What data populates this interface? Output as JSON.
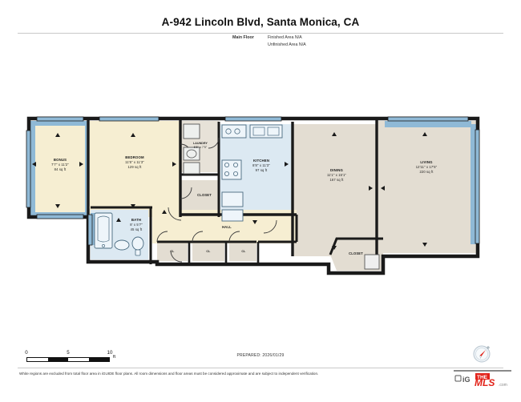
{
  "header": {
    "title": "A-942 Lincoln Blvd, Santa Monica, CA",
    "floor_label": "Main Floor",
    "finished_area": "Finished Area N/A",
    "unfinished_area": "Unfinished Area N/A"
  },
  "rooms": [
    {
      "name": "BONUS",
      "dims": "7'7\" x 11'2\"",
      "area": "84 sq ft"
    },
    {
      "name": "BEDROOM",
      "dims": "11'5\" x 11'3\"",
      "area": "129 sq ft"
    },
    {
      "name": "KITCHEN",
      "dims": "8'8\" x 11'3\"",
      "area": "97 sq ft"
    },
    {
      "name": "DINING",
      "dims": "11'1\" x 15'1\"",
      "area": "167 sq ft"
    },
    {
      "name": "LIVING",
      "dims": "12'11\" x 17'5\"",
      "area": "220 sq ft"
    },
    {
      "name": "BATH",
      "dims": "8' x 5'7\"",
      "area": "45 sq ft"
    },
    {
      "name": "LAUNDRY",
      "dims": "5'5\" x 7'5\"",
      "area": ""
    }
  ],
  "labels": {
    "closet_left": "CLOSET",
    "closet_right": "CLOSET",
    "hall": "HALL",
    "cl1": "CL",
    "cl2": "CL",
    "cl3": "CL"
  },
  "scale": {
    "tick_0": "0",
    "tick_5": "5",
    "tick_10": "10",
    "unit": "ft"
  },
  "footer": {
    "prepared": "PREPARED: 2026/01/29",
    "disclaimer": "White regions are excluded from total floor area in iGUIDE floor plans. All room dimensions and floor areas must be considered approximate and are subject to independent verification.",
    "logo_ig": "iG",
    "logo_the": "THE",
    "logo_mls": "MLS",
    "logo_com": ".com"
  },
  "colors": {
    "wall": "#1a1a1a",
    "room_cream": "#f6eed2",
    "room_taupe": "#e3ddd2",
    "room_blue": "#dce9f2",
    "window_blue": "#8fb9d6",
    "accent_red": "#e2231a"
  }
}
